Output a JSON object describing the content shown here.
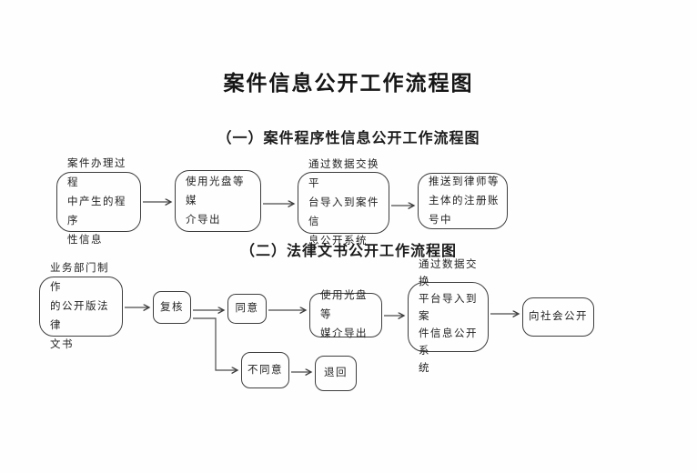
{
  "page": {
    "title": "案件信息公开工作流程图"
  },
  "sections": [
    {
      "heading": "（一）案件程序性信息公开工作流程图",
      "nodes": [
        {
          "id": "procedural-info",
          "label": "案件办理过程\n中产生的程序\n性信息"
        },
        {
          "id": "export-media",
          "label": "使用光盘等媒\n介导出"
        },
        {
          "id": "import-platform",
          "label": "通过数据交换平\n台导入到案件信\n息公开系统"
        },
        {
          "id": "push-lawyers",
          "label": "推送到律师等\n主体的注册账\n号中"
        }
      ],
      "edges": [
        {
          "from": "procedural-info",
          "to": "export-media"
        },
        {
          "from": "export-media",
          "to": "import-platform"
        },
        {
          "from": "import-platform",
          "to": "push-lawyers"
        }
      ]
    },
    {
      "heading": "（二）法律文书公开工作流程图",
      "nodes": [
        {
          "id": "draft-document",
          "label": "业务部门制作\n的公开版法律\n文书"
        },
        {
          "id": "review",
          "label": "复核"
        },
        {
          "id": "approve",
          "label": "同意"
        },
        {
          "id": "export-media",
          "label": "使用光盘等\n媒介导出"
        },
        {
          "id": "import-platform",
          "label": "通过数据交换\n平台导入到案\n件信息公开系\n统"
        },
        {
          "id": "publish-public",
          "label": "向社会公开"
        },
        {
          "id": "disapprove",
          "label": "不同意"
        },
        {
          "id": "return-back",
          "label": "退回"
        }
      ],
      "edges": [
        {
          "from": "draft-document",
          "to": "review"
        },
        {
          "from": "review",
          "to": "approve"
        },
        {
          "from": "review",
          "to": "disapprove"
        },
        {
          "from": "approve",
          "to": "export-media"
        },
        {
          "from": "export-media",
          "to": "import-platform"
        },
        {
          "from": "import-platform",
          "to": "publish-public"
        },
        {
          "from": "disapprove",
          "to": "return-back"
        }
      ]
    }
  ]
}
